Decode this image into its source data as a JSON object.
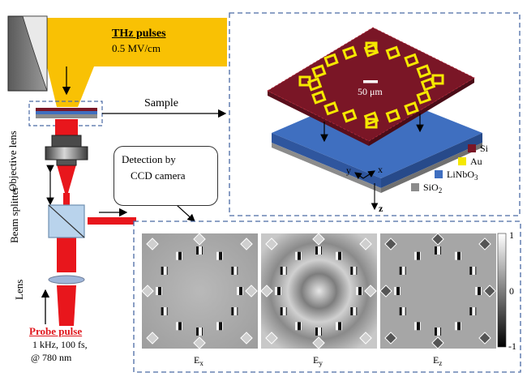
{
  "thz": {
    "title": "THz pulses",
    "field": "0.5 MV/cm"
  },
  "sample_label": "Sample",
  "detection": {
    "line1": "Detection by",
    "line2": "CCD camera"
  },
  "vertical_labels": {
    "objective": "Objective lens",
    "beam": "Beam splitter",
    "lens": "Lens"
  },
  "probe": {
    "title": "Probe pulse",
    "line1": "1 kHz, 100 fs,",
    "line2": "@ 780 nm"
  },
  "inset": {
    "scale_bar": "50 μm",
    "legend": [
      {
        "label": "Si",
        "color": "#7a1626"
      },
      {
        "label": "Au",
        "color": "#f5e800"
      },
      {
        "label": "LiNbO",
        "sub": "3",
        "color": "#3f6fc0"
      },
      {
        "label": "SiO",
        "sub": "2",
        "color": "#8c8c8c"
      }
    ],
    "axes": {
      "x": "x",
      "y": "y",
      "z": "z"
    }
  },
  "panels": [
    {
      "label": "E",
      "sub": "x"
    },
    {
      "label": "E",
      "sub": "y"
    },
    {
      "label": "E",
      "sub": "z"
    }
  ],
  "colorbar": {
    "max": "1",
    "mid": "0",
    "min": "-1"
  },
  "colors": {
    "thz_beam": "#f9c104",
    "probe_beam": "#e8161c",
    "dashed_box": "#4a6aa5"
  }
}
